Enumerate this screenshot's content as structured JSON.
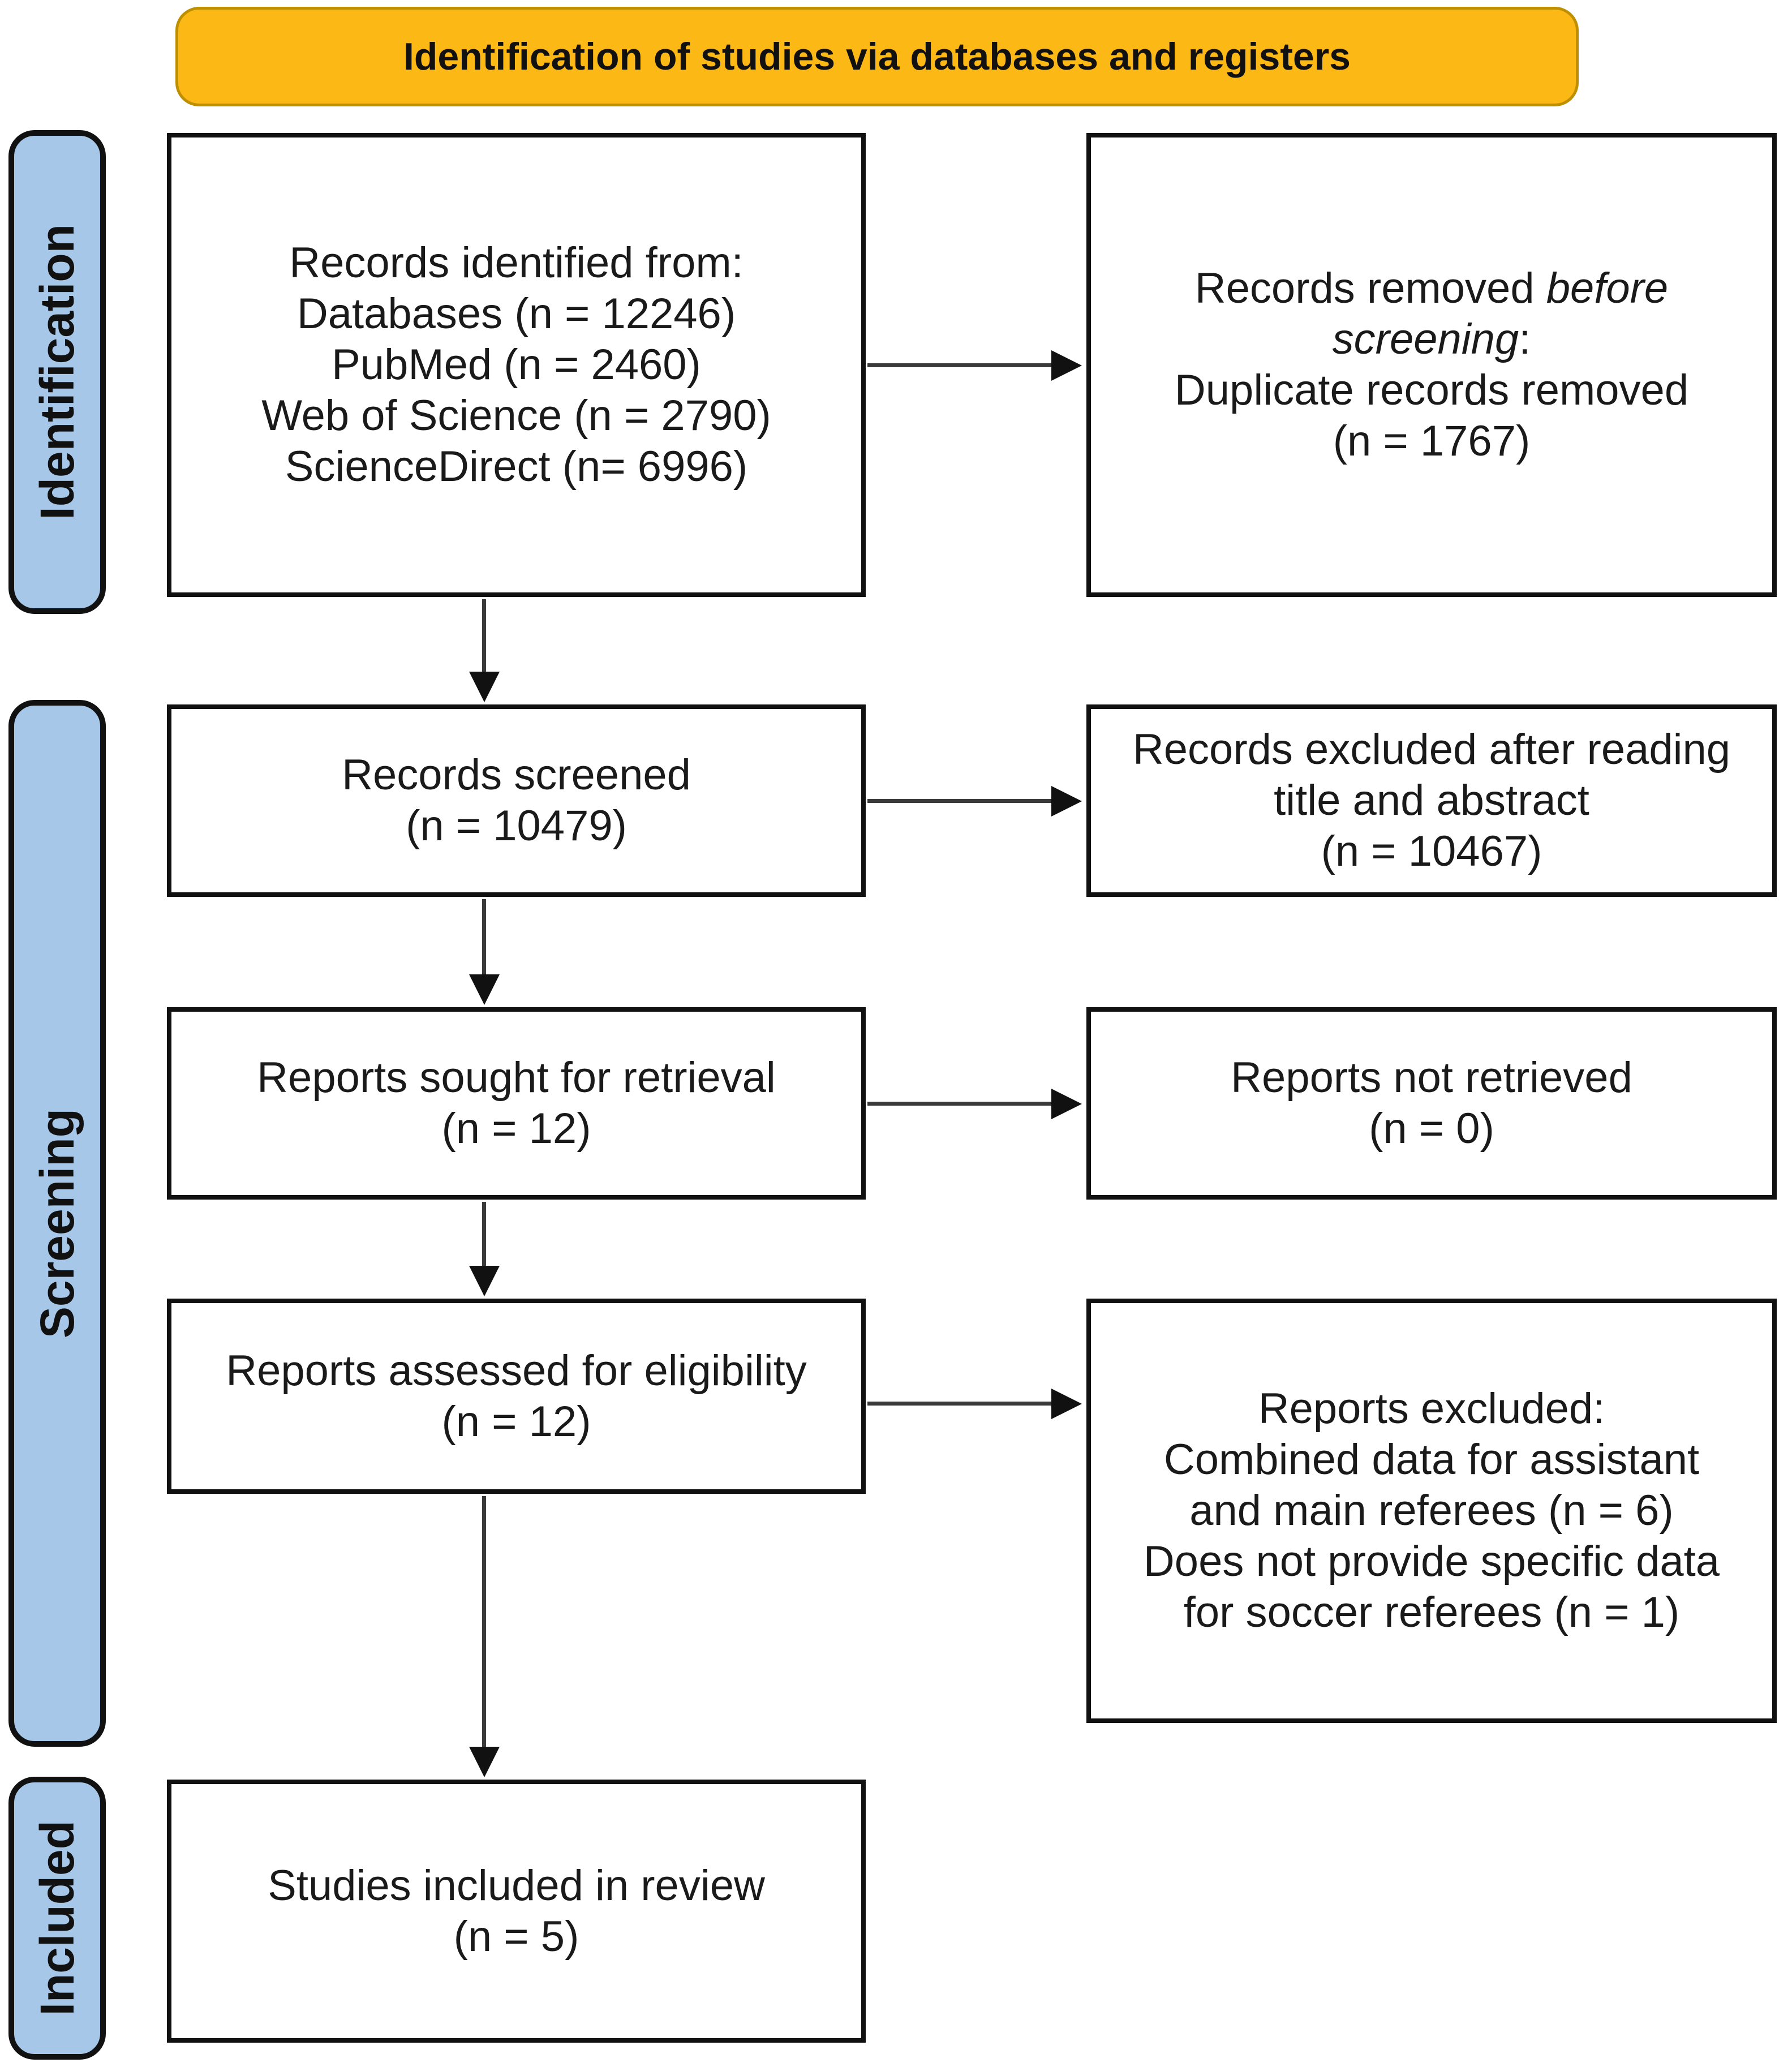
{
  "banner": {
    "title": "Identification of studies via databases and registers",
    "bg": "#FCB814",
    "border": "#BE8F00"
  },
  "colors": {
    "stage_label_bg": "#A6C7E8",
    "box_border": "#111111",
    "arrow_line": "#3A3A3A",
    "arrow_head": "#111111",
    "text": "#1A1A1A"
  },
  "side_labels": [
    {
      "id": "identification",
      "label": "Identification"
    },
    {
      "id": "screening",
      "label": "Screening"
    },
    {
      "id": "included",
      "label": "Included"
    }
  ],
  "boxes": {
    "records_identified": {
      "lines": [
        [
          {
            "t": "Records identified from:"
          }
        ],
        [
          {
            "t": "Databases (n = 12246)"
          }
        ],
        [
          {
            "t": "PubMed (n = 2460)"
          }
        ],
        [
          {
            "t": "Web of Science (n = 2790)"
          }
        ],
        [
          {
            "t": "ScienceDirect (n= 6996)"
          }
        ]
      ]
    },
    "records_removed": {
      "lines": [
        [
          {
            "t": "Records removed "
          },
          {
            "t": "before",
            "i": true
          }
        ],
        [
          {
            "t": "screening",
            "i": true
          },
          {
            "t": ":"
          }
        ],
        [
          {
            "t": "Duplicate records removed"
          }
        ],
        [
          {
            "t": "(n = 1767)"
          }
        ]
      ]
    },
    "records_screened": {
      "lines": [
        [
          {
            "t": "Records screened"
          }
        ],
        [
          {
            "t": "(n = 10479)"
          }
        ]
      ]
    },
    "records_excluded": {
      "lines": [
        [
          {
            "t": "Records excluded after reading"
          }
        ],
        [
          {
            "t": "title and abstract"
          }
        ],
        [
          {
            "t": "(n = 10467)"
          }
        ]
      ]
    },
    "reports_sought": {
      "lines": [
        [
          {
            "t": "Reports sought for retrieval"
          }
        ],
        [
          {
            "t": "(n = 12)"
          }
        ]
      ]
    },
    "reports_not_retrieved": {
      "lines": [
        [
          {
            "t": "Reports not retrieved"
          }
        ],
        [
          {
            "t": "(n = 0)"
          }
        ]
      ]
    },
    "reports_assessed": {
      "lines": [
        [
          {
            "t": "Reports assessed for eligibility"
          }
        ],
        [
          {
            "t": "(n = 12)"
          }
        ]
      ]
    },
    "reports_excluded": {
      "lines": [
        [
          {
            "t": "Reports excluded:"
          }
        ],
        [
          {
            "t": "Combined data for assistant"
          }
        ],
        [
          {
            "t": "and main referees (n = 6)"
          }
        ],
        [
          {
            "t": "Does not provide specific data"
          }
        ],
        [
          {
            "t": "for soccer referees (n = 1)"
          }
        ]
      ]
    },
    "studies_included": {
      "lines": [
        [
          {
            "t": "Studies included in review"
          }
        ],
        [
          {
            "t": "(n = 5)"
          }
        ]
      ]
    }
  }
}
